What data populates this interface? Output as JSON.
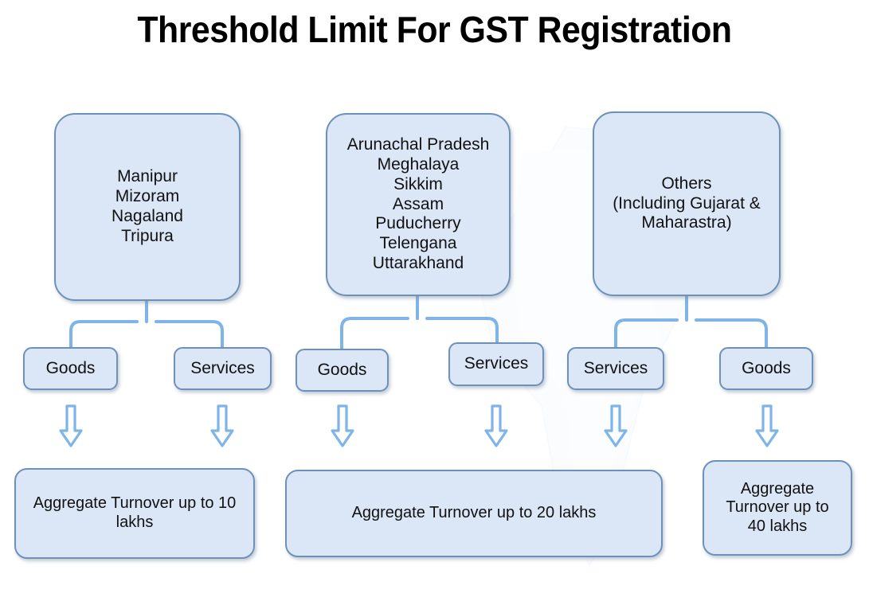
{
  "page": {
    "title": "Threshold Limit For GST Registration",
    "background_color": "#ffffff",
    "box_fill": "#dbe7f7",
    "box_border": "#6e91ba",
    "connector_color": "#7fb4e8",
    "arrow_color": "#7fb4e8",
    "text_color": "#111111"
  },
  "groups": [
    {
      "id": "group-10-lakhs",
      "states_box": {
        "label": "Manipur\nMizoram\nNagaland\nTripura",
        "states": [
          "Manipur",
          "Mizoram",
          "Nagaland",
          "Tripura"
        ]
      },
      "branches": [
        {
          "label": "Goods"
        },
        {
          "label": "Services"
        }
      ],
      "outcome": {
        "label": "Aggregate Turnover up to 10 lakhs",
        "amount": "10 lakhs"
      }
    },
    {
      "id": "group-20-lakhs",
      "states_box": {
        "label": "Arunachal Pradesh\nMeghalaya\nSikkim\nAssam\nPuducherry\nTelengana\nUttarakhand",
        "states": [
          "Arunachal Pradesh",
          "Meghalaya",
          "Sikkim",
          "Assam",
          "Puducherry",
          "Telengana",
          "Uttarakhand"
        ]
      },
      "branches": [
        {
          "label": "Goods"
        },
        {
          "label": "Services"
        }
      ],
      "outcome": {
        "label": "Aggregate Turnover up to 20 lakhs",
        "amount": "20 lakhs"
      }
    },
    {
      "id": "group-others",
      "states_box": {
        "label": "Others\n(Including Gujarat &\nMaharastra)",
        "states": [
          "Others",
          "(Including Gujarat & Maharastra)"
        ]
      },
      "branches": [
        {
          "label": "Services"
        },
        {
          "label": "Goods"
        }
      ],
      "outcome": {
        "label": "Aggregate Turnover up to\n40 lakhs",
        "amount": "40 lakhs"
      }
    }
  ],
  "mid_row_labels": [
    "Goods",
    "Services",
    "Goods",
    "Services",
    "Services",
    "Goods"
  ],
  "outcome_labels": [
    "Aggregate Turnover up to 10 lakhs",
    "Aggregate Turnover up to 20 lakhs",
    "Aggregate Turnover up to\n40 lakhs"
  ],
  "arrows": {
    "icon": "hollow-down-arrow-icon",
    "count": 6
  }
}
